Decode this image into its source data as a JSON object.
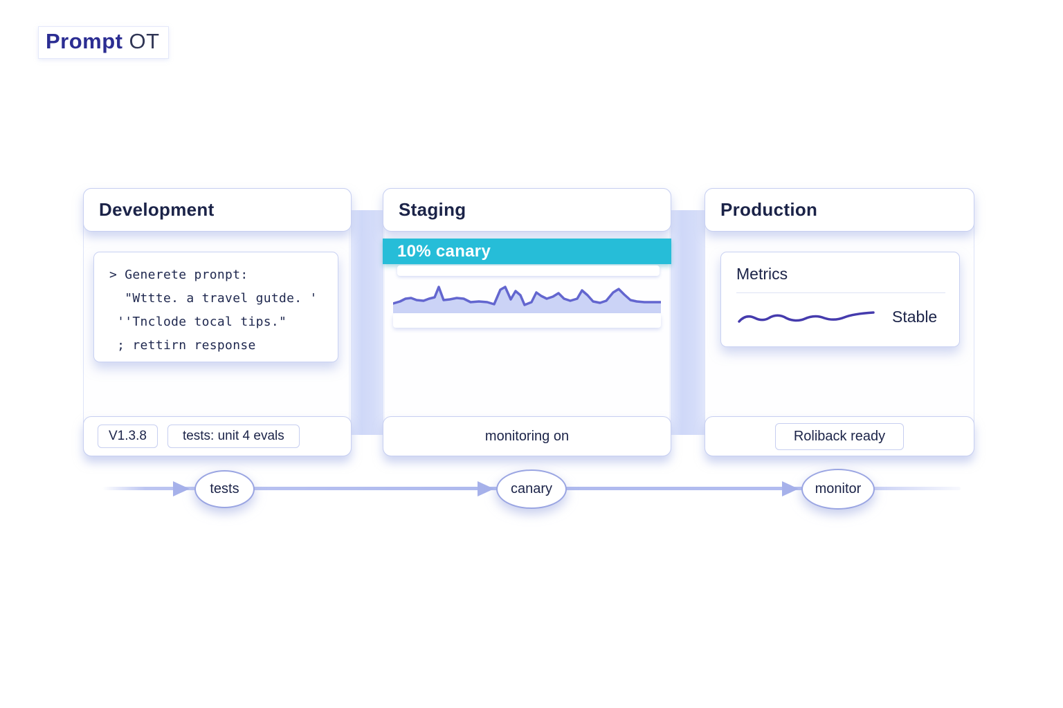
{
  "app": {
    "title_bold": "Prompt",
    "title_light": "OT"
  },
  "panels": {
    "development": {
      "title": "Development",
      "code_lines": [
        "> Generete pronpt:",
        "  \"Wttte. a travel gutde. '",
        " ''Tnclode tocal tips.\"",
        " ; rettirn response"
      ],
      "version_badge": "V1.3.8",
      "tests_badge": "tests: unit 4 evals"
    },
    "staging": {
      "title": "Staging",
      "banner": "10% canary",
      "status": "monitoring on"
    },
    "production": {
      "title": "Production",
      "metrics_title": "Metrics",
      "metrics_status": "Stable",
      "badge": "Roliback ready"
    }
  },
  "flow": {
    "steps": [
      "tests",
      "canary",
      "monitor"
    ]
  },
  "colors": {
    "accent_cyan": "#26bdd8",
    "sparkline_indigo": "#6366cf",
    "sparkline_fill": "#cbd3f6",
    "wave_indigo": "#453bad",
    "navy_text": "#1c2448",
    "lavender_border": "#c7cff1",
    "flow_line": "#aeb9ee"
  }
}
